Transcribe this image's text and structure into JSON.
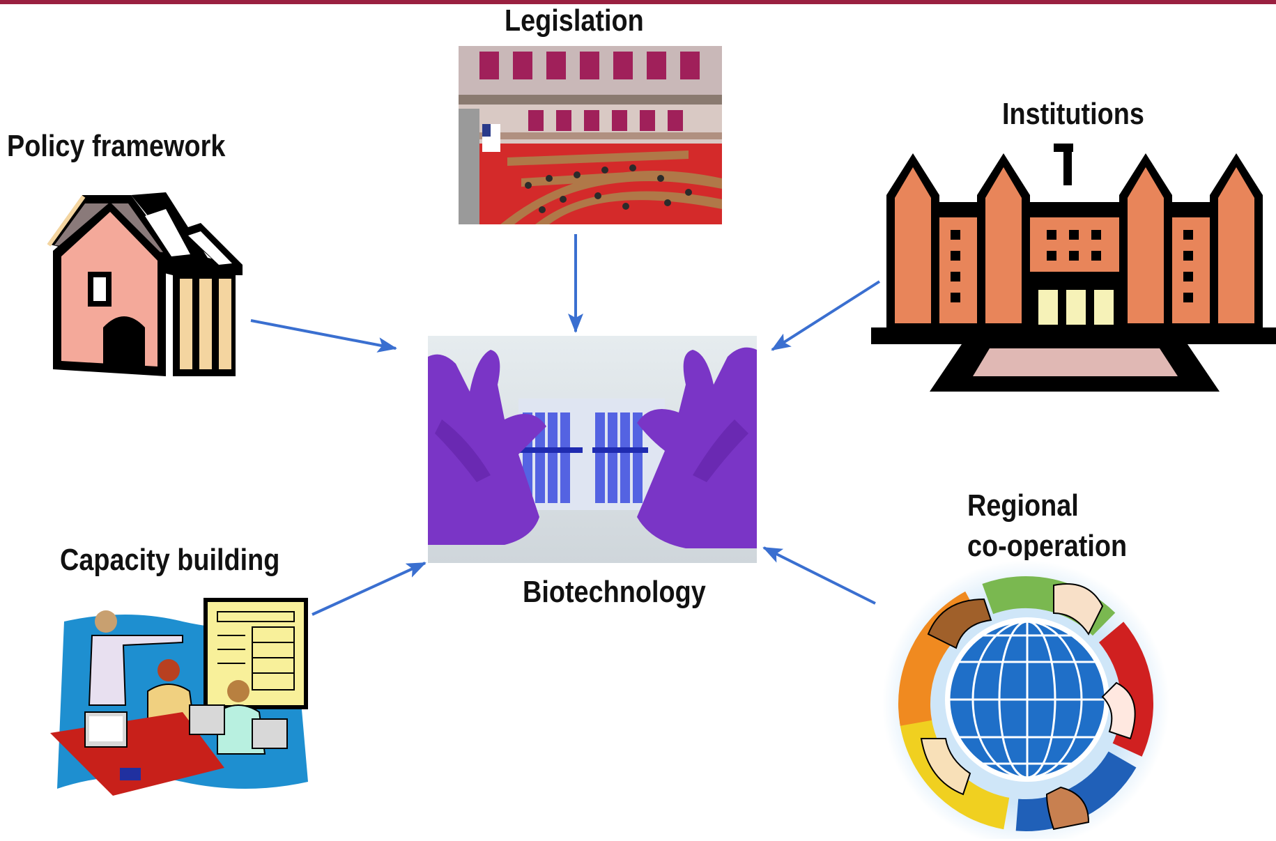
{
  "diagram": {
    "center": {
      "label": "Biotechnology",
      "icon": "gel-electrophoresis-gloves-photo"
    },
    "nodes": [
      {
        "id": "legislation",
        "label": "Legislation",
        "icon": "parliament-chamber-icon"
      },
      {
        "id": "policy",
        "label": "Policy framework",
        "icon": "house-icon"
      },
      {
        "id": "institutions",
        "label": "Institutions",
        "icon": "institution-building-icon"
      },
      {
        "id": "capacity",
        "label": "Capacity building",
        "icon": "classroom-computers-icon"
      },
      {
        "id": "regional",
        "label_line1": "Regional",
        "label_line2": "co-operation",
        "icon": "globe-hands-icon"
      }
    ],
    "arrow_color": "#3a6fd0",
    "accent_color": "#9a2040"
  }
}
